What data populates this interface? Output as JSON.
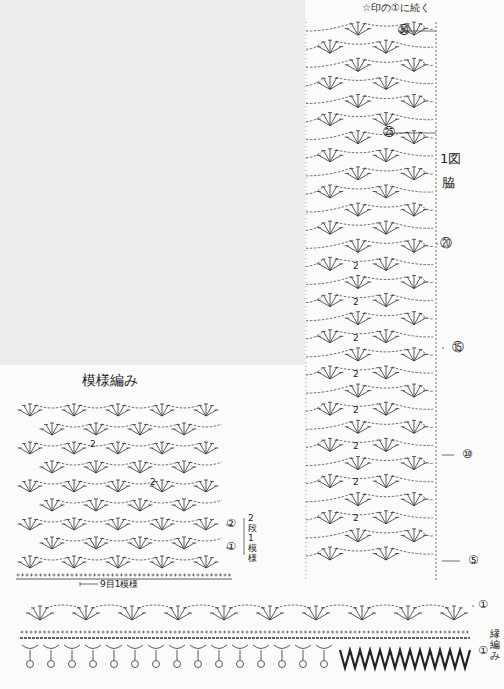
{
  "diagram": {
    "labels": [
      "☆印の①に続く",
      "㉚",
      "㉕",
      "1図",
      "脇",
      "⑳",
      "⑮",
      "⑩",
      "⑤",
      "模様編み",
      "②",
      "①",
      "2段1模様",
      "9目1模様",
      "①",
      "①",
      "縁編み",
      "2",
      "2",
      "2",
      "2",
      "2",
      "2",
      "2",
      "2",
      "2",
      "2"
    ]
  }
}
